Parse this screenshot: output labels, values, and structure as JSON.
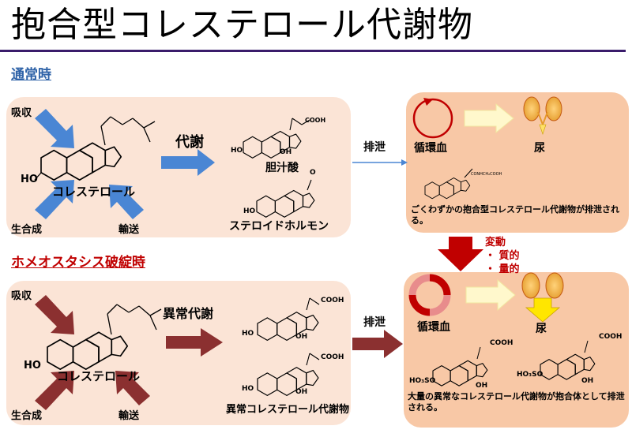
{
  "title": "抱合型コレステロール代謝物",
  "sections": {
    "normal": "通常時",
    "broken": "ホメオスタシス破綻時"
  },
  "normal": {
    "absorption": "吸収",
    "synthesis": "生合成",
    "transport": "輸送",
    "cholesterol": "コレステロール",
    "metabolism": "代謝",
    "bile_acid": "胆汁酸",
    "steroid_hormone": "ステロイドホルモン",
    "excretion": "排泄",
    "circulation": "循環血",
    "urine": "尿",
    "note": "ごくわずかの抱合型コレステロール代謝物が排泄される。",
    "cooh": "COOH",
    "ho": "HO",
    "oh": "OH",
    "o": "O",
    "conjugate_chain": "CONHCH₂COOH"
  },
  "change": {
    "label": "変動",
    "items": [
      "・ 質的",
      "・ 量的"
    ]
  },
  "broken": {
    "absorption": "吸収",
    "synthesis": "生合成",
    "transport": "輸送",
    "cholesterol": "コレステロール",
    "metabolism": "異常代謝",
    "abnormal_metabolites": "異常コレステロール代謝物",
    "excretion": "排泄",
    "circulation": "循環血",
    "urine": "尿",
    "note": "大量の異常なコレステロール代謝物が抱合体として排泄される。",
    "cooh": "COOH",
    "ho": "HO",
    "oh": "OH",
    "sulfate": "HO₃SO"
  },
  "colors": {
    "title_rule": "#3a1c6b",
    "normal_heading": "#2f63a8",
    "broken_heading": "#c00000",
    "panel_light": "#fbe4d6",
    "panel_dark": "#f8c8a6",
    "arrow_blue": "#4a86d4",
    "arrow_red": "#8b3030",
    "arrow_change": "#c00000"
  }
}
